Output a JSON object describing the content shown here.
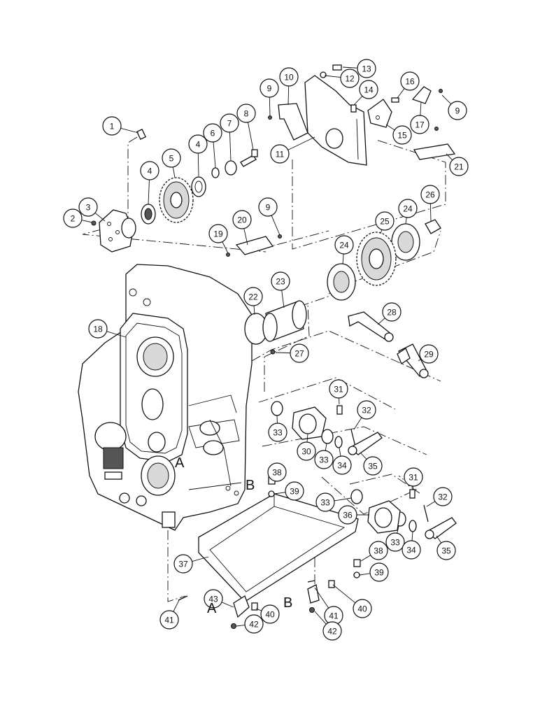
{
  "callouts": [
    {
      "id": "c1",
      "label": "1"
    },
    {
      "id": "c2",
      "label": "2"
    },
    {
      "id": "c3",
      "label": "3"
    },
    {
      "id": "c4a",
      "label": "4"
    },
    {
      "id": "c4b",
      "label": "4"
    },
    {
      "id": "c5",
      "label": "5"
    },
    {
      "id": "c6",
      "label": "6"
    },
    {
      "id": "c7",
      "label": "7"
    },
    {
      "id": "c8",
      "label": "8"
    },
    {
      "id": "c9a",
      "label": "9"
    },
    {
      "id": "c9b",
      "label": "9"
    },
    {
      "id": "c9c",
      "label": "9"
    },
    {
      "id": "c10",
      "label": "10"
    },
    {
      "id": "c11",
      "label": "11"
    },
    {
      "id": "c12",
      "label": "12"
    },
    {
      "id": "c13",
      "label": "13"
    },
    {
      "id": "c14",
      "label": "14"
    },
    {
      "id": "c15",
      "label": "15"
    },
    {
      "id": "c16",
      "label": "16"
    },
    {
      "id": "c17",
      "label": "17"
    },
    {
      "id": "c18",
      "label": "18"
    },
    {
      "id": "c19",
      "label": "19"
    },
    {
      "id": "c20",
      "label": "20"
    },
    {
      "id": "c21",
      "label": "21"
    },
    {
      "id": "c22",
      "label": "22"
    },
    {
      "id": "c23",
      "label": "23"
    },
    {
      "id": "c24a",
      "label": "24"
    },
    {
      "id": "c24b",
      "label": "24"
    },
    {
      "id": "c25",
      "label": "25"
    },
    {
      "id": "c26",
      "label": "26"
    },
    {
      "id": "c27",
      "label": "27"
    },
    {
      "id": "c28",
      "label": "28"
    },
    {
      "id": "c29",
      "label": "29"
    },
    {
      "id": "c30",
      "label": "30"
    },
    {
      "id": "c31a",
      "label": "31"
    },
    {
      "id": "c31b",
      "label": "31"
    },
    {
      "id": "c32a",
      "label": "32"
    },
    {
      "id": "c32b",
      "label": "32"
    },
    {
      "id": "c33a",
      "label": "33"
    },
    {
      "id": "c33b",
      "label": "33"
    },
    {
      "id": "c33c",
      "label": "33"
    },
    {
      "id": "c33d",
      "label": "33"
    },
    {
      "id": "c34a",
      "label": "34"
    },
    {
      "id": "c34b",
      "label": "34"
    },
    {
      "id": "c35a",
      "label": "35"
    },
    {
      "id": "c35b",
      "label": "35"
    },
    {
      "id": "c36",
      "label": "36"
    },
    {
      "id": "c37",
      "label": "37"
    },
    {
      "id": "c38a",
      "label": "38"
    },
    {
      "id": "c38b",
      "label": "38"
    },
    {
      "id": "c39a",
      "label": "39"
    },
    {
      "id": "c39b",
      "label": "39"
    },
    {
      "id": "c40a",
      "label": "40"
    },
    {
      "id": "c40b",
      "label": "40"
    },
    {
      "id": "c41a",
      "label": "41"
    },
    {
      "id": "c41b",
      "label": "41"
    },
    {
      "id": "c42a",
      "label": "42"
    },
    {
      "id": "c42b",
      "label": "42"
    },
    {
      "id": "c43",
      "label": "43"
    }
  ],
  "reference_marks": [
    {
      "id": "ra1",
      "label": "A"
    },
    {
      "id": "rb1",
      "label": "B"
    },
    {
      "id": "ra2",
      "label": "A"
    },
    {
      "id": "rb2",
      "label": "B"
    }
  ]
}
